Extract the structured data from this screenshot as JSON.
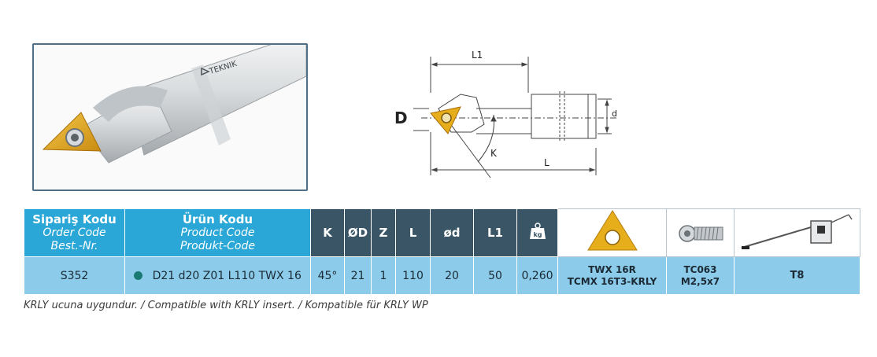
{
  "brand": "TEKNIK",
  "drawing": {
    "dim_l1": "L1",
    "dim_d_big": "D",
    "dim_d_small": "d",
    "dim_k": "K",
    "dim_l": "L"
  },
  "table": {
    "headers": {
      "order_code": [
        "Sipariş Kodu",
        "Order Code",
        "Best.-Nr."
      ],
      "product_code": [
        "Ürün Kodu",
        "Product Code",
        "Produkt-Code"
      ],
      "k": "K",
      "od": "ØD",
      "z": "Z",
      "l": "L",
      "sd": "ød",
      "l1": "L1",
      "weight_unit": "kg"
    },
    "row": {
      "order_code": "S352",
      "product_code": "D21 d20 Z01 L110 TWX 16",
      "k": "45°",
      "od": "21",
      "z": "1",
      "l": "110",
      "sd": "20",
      "l1": "50",
      "weight": "0,260",
      "insert": [
        "TWX 16R",
        "TCMX 16T3-KRLY"
      ],
      "screw": [
        "TC063",
        "M2,5x7"
      ],
      "key": "T8"
    }
  },
  "footnote": "KRLY ucuna uygundur. / Compatible with KRLY insert. / Kompatible für KRLY WP",
  "colors": {
    "header_blue": "#2aa7d7",
    "header_dark": "#3a5666",
    "row_light": "#8ccbe9",
    "insert_gold": "#e7ae1c",
    "stock_dot": "#1b7a73"
  }
}
